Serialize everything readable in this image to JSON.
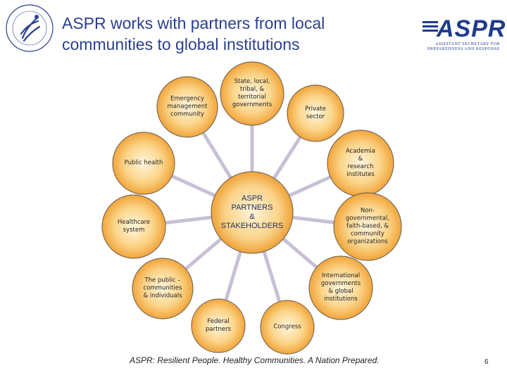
{
  "title": "ASPR works with partners from local communities to global institutions",
  "logo": {
    "word": "ASPR",
    "subtitle": "ASSISTANT SECRETARY FOR PREPAREDNESS AND RESPONSE"
  },
  "center": {
    "label": "ASPR\nPARTNERS\n&\nSTAKEHOLDERS"
  },
  "partners": [
    {
      "id": "state",
      "label": "State, local,\ntribal, &\nterritorial\ngovernments"
    },
    {
      "id": "private",
      "label": "Private\nsector"
    },
    {
      "id": "academia",
      "label": "Academia\n&\nresearch\ninstitutes"
    },
    {
      "id": "ngo",
      "label": "Non-\ngovernmental,\nfaith-based, &\ncommunity\norganizations"
    },
    {
      "id": "international",
      "label": "International\ngovernments\n& global\ninstitutions"
    },
    {
      "id": "congress",
      "label": "Congress"
    },
    {
      "id": "federal",
      "label": "Federal\npartners"
    },
    {
      "id": "public",
      "label": "The public –\ncommunities\n& individuals"
    },
    {
      "id": "healthcare",
      "label": "Healthcare\nsystem"
    },
    {
      "id": "publichealth",
      "label": "Public health"
    },
    {
      "id": "emergency",
      "label": "Emergency\nmanagement\ncommunity"
    }
  ],
  "footer": {
    "tagline": "ASPR: Resilient People. Healthy Communities. A Nation Prepared.",
    "page_number": "6"
  },
  "colors": {
    "title": "#2b3f8f",
    "node_fill_light": "#fde4a8",
    "node_fill_dark": "#f4a93a",
    "node_stroke": "#7a6a55",
    "connector": "#c8c0d6",
    "logo": "#1f3b8c"
  }
}
